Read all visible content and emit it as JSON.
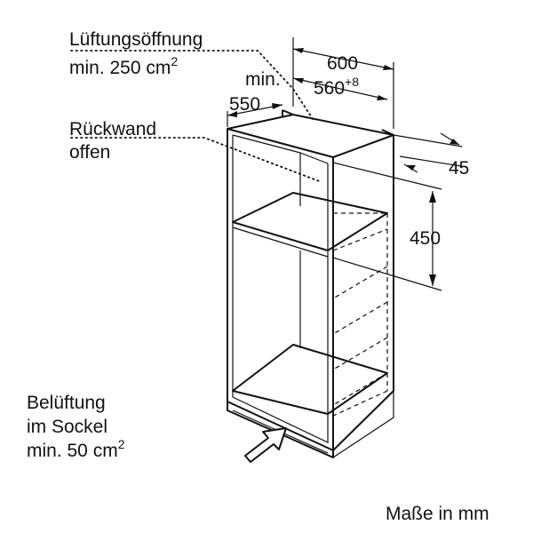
{
  "labels": {
    "ventilation_opening_line1": "Lüftungsöffnung",
    "ventilation_opening_line2_prefix": "min. 250 cm",
    "ventilation_opening_sup": "2",
    "back_wall_line1": "Rückwand",
    "back_wall_line2": "offen",
    "base_vent_line1": "Belüftung",
    "base_vent_line2": "im Sockel",
    "base_vent_line3_prefix": "min. 50 cm",
    "base_vent_sup": "2",
    "units_note": "Maße in mm"
  },
  "dimensions": {
    "total_width": "600",
    "niche_width_prefix": "560",
    "niche_width_tolerance": "+8",
    "depth_prefix": "min.",
    "depth_value": "550",
    "side_thickness": "45",
    "opening_height": "450"
  }
}
